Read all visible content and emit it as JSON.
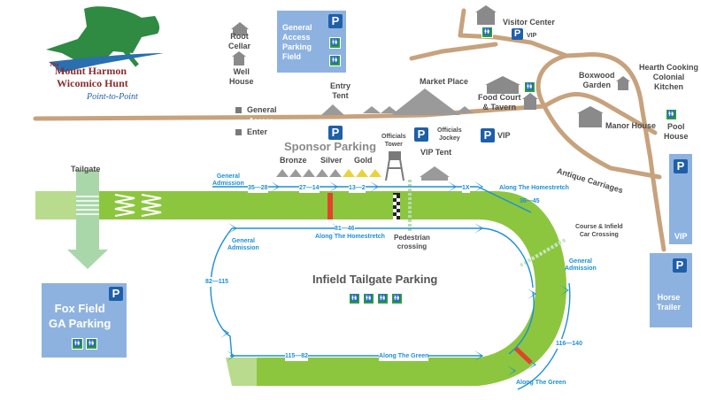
{
  "logo": {
    "the": "The",
    "line1": "Mount Harmon",
    "line2": "Wicomico Hunt",
    "line3": "Point-to-Point"
  },
  "colors": {
    "track": "#8cc63f",
    "road": "#c7a27c",
    "parking": "#8eb2e0",
    "parking_badge": "#1f5fa8",
    "measure": "#1c8fd6",
    "restroom": "#2e9e3a",
    "finish_post": "#e0452a",
    "tailgate_arrow": "#a9d7a9"
  },
  "labels": {
    "root_cellar": "Root\nCellar",
    "well_house": "Well\nHouse",
    "general_access_field": "General\nAccess\nParking\nField",
    "visitor_center": "Visitor Center",
    "vip": "VIP",
    "entry_tent": "Entry\nTent",
    "market_place": "Market Place",
    "food_court": "Food Court\n& Tavern",
    "boxwood_garden": "Boxwood\nGarden",
    "hearth_kitchen": "Hearth Cooking\nColonial\nKitchen",
    "manor_house": "Manor House",
    "pool_house": "Pool\nHouse",
    "general": "General",
    "access": "Access",
    "enter": "Enter",
    "sponsor_parking": "Sponsor Parking",
    "bronze": "Bronze",
    "silver": "Silver",
    "gold": "Gold",
    "officials_tower": "Officials\nTower",
    "officials_jockey": "Officials\nJockey",
    "vip_tent": "VIP Tent",
    "antique_carriages": "Antique Carriages",
    "tailgate": "Tailgate",
    "fox_field": "Fox Field\nGA Parking",
    "vip_right": "VIP",
    "horse_trailer": "Horse\nTrailer",
    "infield": "Infield Tailgate Parking",
    "pedestrian": "Pedestrian\ncrossing",
    "course_infield": "Course & Infield\nCar Crossing"
  },
  "measures": {
    "general_admission_top": "General\nAdmission",
    "r35_28": "35—28",
    "r27_14": "27—14",
    "r13_2": "13—2",
    "r1x": "1X",
    "along_homestretch_top": "Along The Homestretch",
    "r36_45": "36—45",
    "r81_46": "81—46",
    "along_homestretch_mid": "Along The Homestretch",
    "general_admission_left": "General\nAdmission",
    "r82_115": "82—115",
    "general_admission_right": "General\nAdmission",
    "r115_82": "115—82",
    "along_green_bottom": "Along The Green",
    "r116_140": "116—140",
    "along_green_curve": "Along The Green"
  }
}
